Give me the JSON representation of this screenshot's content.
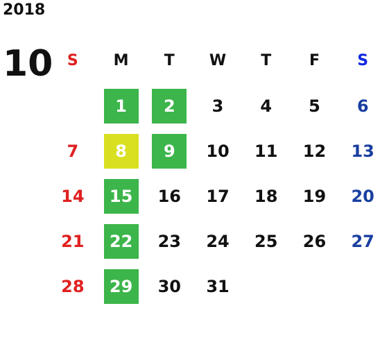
{
  "year": "2018",
  "month": "10",
  "weekdays": [
    "S",
    "M",
    "T",
    "W",
    "T",
    "F",
    "S"
  ],
  "colors": {
    "sunday": "#e02020",
    "saturday": "#1a3fa0",
    "saturday_header": "#1028e0",
    "highlight_green": "#3cb54a",
    "highlight_yellow": "#d9e021"
  },
  "weeks": [
    [
      {
        "d": ""
      },
      {
        "d": "1",
        "hl": "green"
      },
      {
        "d": "2",
        "hl": "green"
      },
      {
        "d": "3"
      },
      {
        "d": "4"
      },
      {
        "d": "5"
      },
      {
        "d": "6"
      }
    ],
    [
      {
        "d": "7"
      },
      {
        "d": "8",
        "hl": "yellow"
      },
      {
        "d": "9",
        "hl": "green"
      },
      {
        "d": "10"
      },
      {
        "d": "11"
      },
      {
        "d": "12"
      },
      {
        "d": "13"
      }
    ],
    [
      {
        "d": "14"
      },
      {
        "d": "15",
        "hl": "green"
      },
      {
        "d": "16"
      },
      {
        "d": "17"
      },
      {
        "d": "18"
      },
      {
        "d": "19"
      },
      {
        "d": "20"
      }
    ],
    [
      {
        "d": "21"
      },
      {
        "d": "22",
        "hl": "green"
      },
      {
        "d": "23"
      },
      {
        "d": "24"
      },
      {
        "d": "25"
      },
      {
        "d": "26"
      },
      {
        "d": "27"
      }
    ],
    [
      {
        "d": "28"
      },
      {
        "d": "29",
        "hl": "green"
      },
      {
        "d": "30"
      },
      {
        "d": "31"
      },
      {
        "d": ""
      },
      {
        "d": ""
      },
      {
        "d": ""
      }
    ]
  ]
}
